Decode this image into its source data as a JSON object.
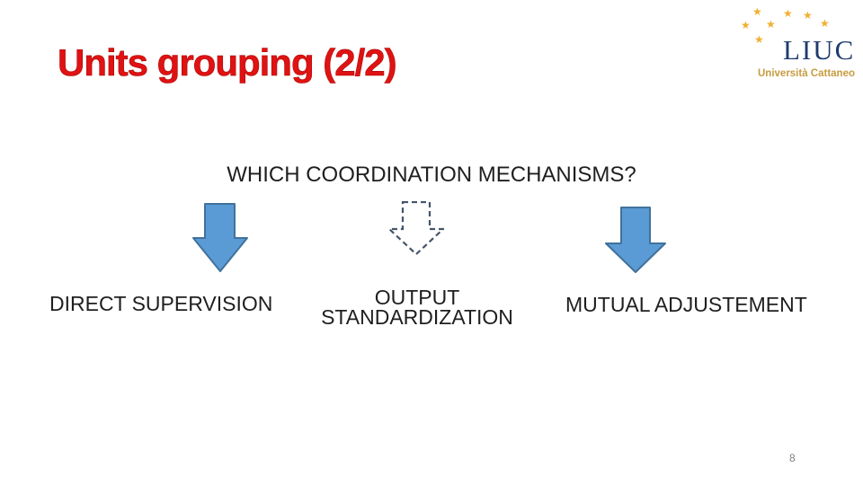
{
  "colors": {
    "title-red": "#e11212",
    "arrow-fill": "#5b9bd5",
    "arrow-border": "#41719c",
    "dashed-arrow": "#44546a",
    "text-dark": "#1f1f1f",
    "page-gray": "#808080",
    "logo-navy": "#1e3b6e",
    "logo-gold": "#c69c3f",
    "star-gold": "#f0b02f"
  },
  "slide": {
    "title": "Units grouping (2/2)",
    "heading": "WHICH COORDINATION MECHANISMS?",
    "page_number": "8"
  },
  "logo": {
    "wordmark": "LIUC",
    "subtitle": "Università Cattaneo",
    "star_icon": "★"
  },
  "mechanisms": [
    {
      "label": "DIRECT SUPERVISION",
      "arrow": "solid"
    },
    {
      "label": "OUTPUT STANDARDIZATION",
      "arrow": "dashed"
    },
    {
      "label": "MUTUAL ADJUSTEMENT",
      "arrow": "solid"
    }
  ]
}
